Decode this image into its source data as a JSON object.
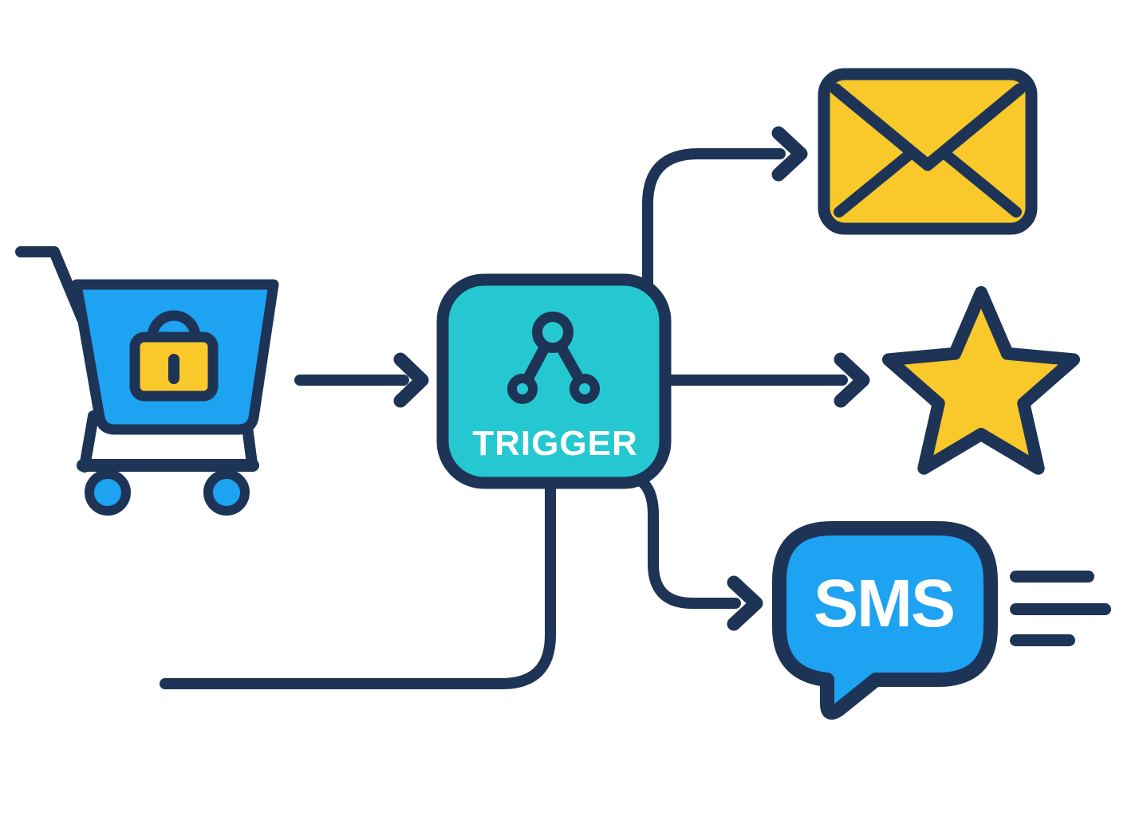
{
  "illustration": {
    "description": "E-commerce automation flow: locked shopping cart feeds a trigger node that branches to email, star rating and SMS outputs",
    "colors": {
      "background": "#ffffff",
      "navy": "#1d3456",
      "blue": "#1ea2f2",
      "teal": "#25c8d1",
      "yellow": "#f9c82b",
      "white": "#ffffff"
    },
    "nodes": {
      "cart": {
        "icon": "locked-shopping-cart-icon"
      },
      "trigger": {
        "label": "TRIGGER",
        "icon": "branch-nodes-icon"
      },
      "email": {
        "icon": "envelope-icon"
      },
      "star": {
        "icon": "star-icon"
      },
      "sms": {
        "label": "SMS",
        "icon": "speech-bubble-icon",
        "speed_lines": 3
      }
    },
    "edges": [
      {
        "from": "cart",
        "to": "trigger",
        "style": "straight-arrow"
      },
      {
        "from": "trigger",
        "to": "email",
        "style": "curved-arrow"
      },
      {
        "from": "trigger",
        "to": "star",
        "style": "straight-arrow"
      },
      {
        "from": "trigger",
        "to": "sms",
        "style": "curved-arrow"
      },
      {
        "from": "trigger",
        "to": "bottom-left",
        "style": "curved-line"
      }
    ]
  }
}
